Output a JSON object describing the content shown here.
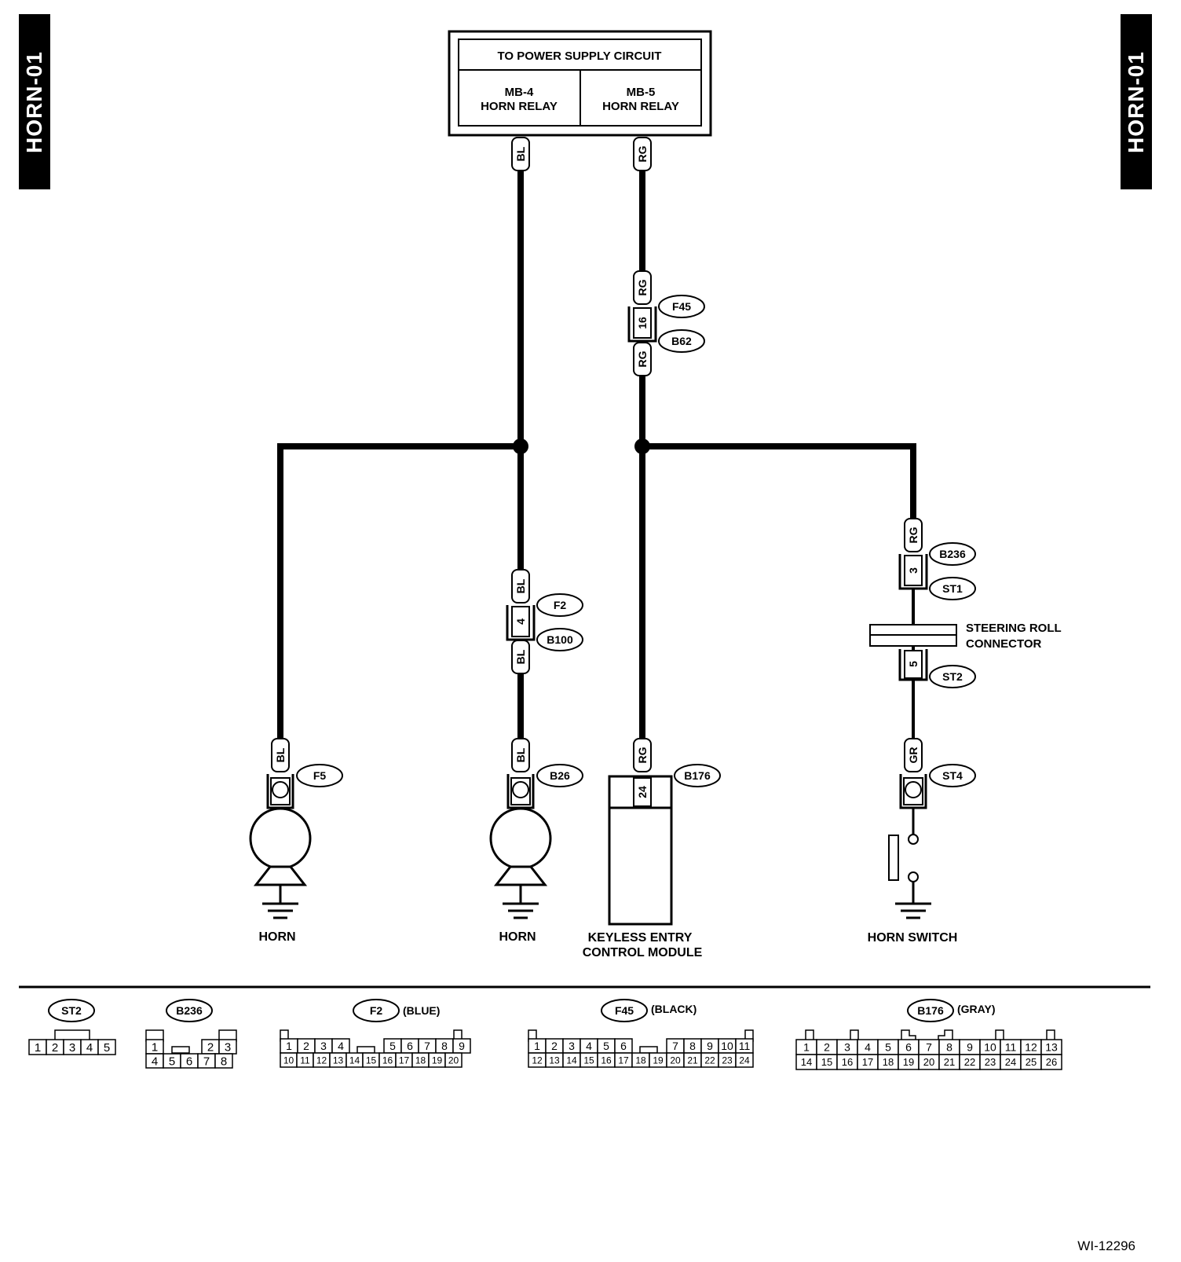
{
  "page_code": "HORN-01",
  "figure_id": "WI-12296",
  "power_box": {
    "title": "TO POWER SUPPLY CIRCUIT",
    "left_line1": "MB-4",
    "left_line2": "HORN RELAY",
    "right_line1": "MB-5",
    "right_line2": "HORN RELAY"
  },
  "wires": {
    "bl": "BL",
    "rg": "RG",
    "gr": "GR"
  },
  "connectors": {
    "f45": "F45",
    "b62": "B62",
    "f45_pin": "16",
    "f2": "F2",
    "b100": "B100",
    "f2_pin": "4",
    "b236": "B236",
    "st1": "ST1",
    "b236_pin": "3",
    "st2": "ST2",
    "st2_pin": "5",
    "f5": "F5",
    "b26": "B26",
    "b176": "B176",
    "b176_pin": "24",
    "st4": "ST4"
  },
  "components": {
    "horn_left": "HORN",
    "horn_right": "HORN",
    "keyless_line1": "KEYLESS ENTRY",
    "keyless_line2": "CONTROL MODULE",
    "horn_switch": "HORN SWITCH",
    "steering_line1": "STEERING ROLL",
    "steering_line2": "CONNECTOR"
  },
  "legend": {
    "st2": {
      "label": "ST2",
      "pins": [
        "1",
        "2",
        "3",
        "4",
        "5"
      ]
    },
    "b236": {
      "label": "B236",
      "row1": [
        "1",
        "2",
        "3"
      ],
      "row2": [
        "4",
        "5",
        "6",
        "7",
        "8"
      ]
    },
    "f2": {
      "label": "F2",
      "color": "(BLUE)",
      "row1a": [
        "1",
        "2",
        "3",
        "4"
      ],
      "row1b": [
        "5",
        "6",
        "7",
        "8",
        "9"
      ],
      "row2": [
        "10",
        "11",
        "12",
        "13",
        "14",
        "15",
        "16",
        "17",
        "18",
        "19",
        "20"
      ]
    },
    "f45": {
      "label": "F45",
      "color": "(BLACK)",
      "row1a": [
        "1",
        "2",
        "3",
        "4",
        "5",
        "6"
      ],
      "row1b": [
        "7",
        "8",
        "9",
        "10",
        "11"
      ],
      "row2": [
        "12",
        "13",
        "14",
        "15",
        "16",
        "17",
        "18",
        "19",
        "20",
        "21",
        "22",
        "23",
        "24"
      ]
    },
    "b176": {
      "label": "B176",
      "color": "(GRAY)",
      "row1": [
        "1",
        "2",
        "3",
        "4",
        "5",
        "6",
        "7",
        "8",
        "9",
        "10",
        "11",
        "12",
        "13"
      ],
      "row2": [
        "14",
        "15",
        "16",
        "17",
        "18",
        "19",
        "20",
        "21",
        "22",
        "23",
        "24",
        "25",
        "26"
      ]
    }
  }
}
